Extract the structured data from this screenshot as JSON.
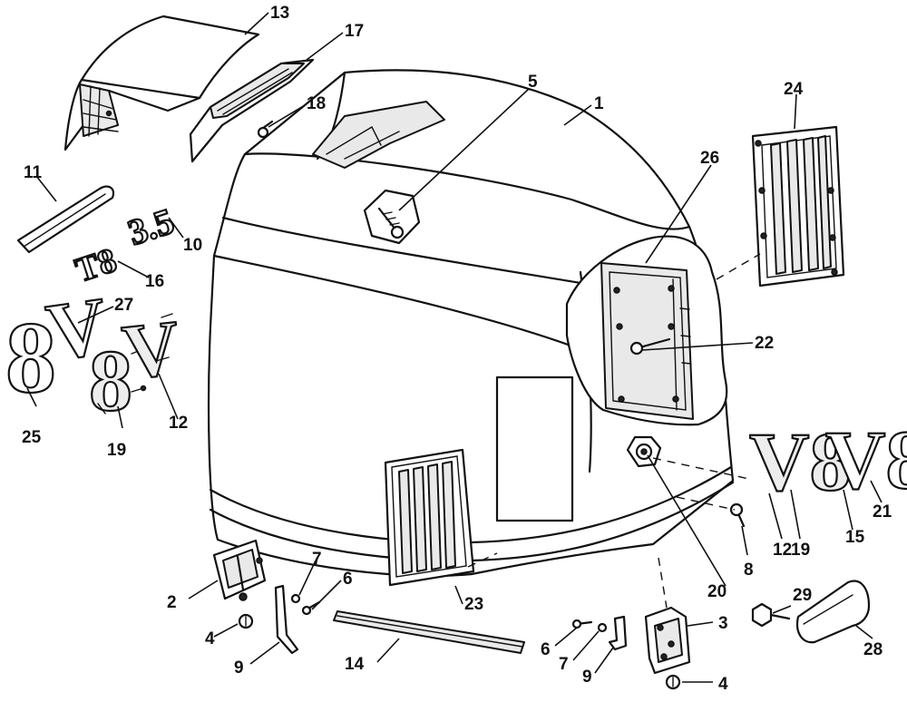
{
  "callouts": [
    {
      "id": "1",
      "text": "1"
    },
    {
      "id": "2",
      "text": "2"
    },
    {
      "id": "3",
      "text": "3"
    },
    {
      "id": "4a",
      "text": "4"
    },
    {
      "id": "4b",
      "text": "4"
    },
    {
      "id": "5",
      "text": "5"
    },
    {
      "id": "6a",
      "text": "6"
    },
    {
      "id": "6b",
      "text": "6"
    },
    {
      "id": "7a",
      "text": "7"
    },
    {
      "id": "7b",
      "text": "7"
    },
    {
      "id": "8",
      "text": "8"
    },
    {
      "id": "9a",
      "text": "9"
    },
    {
      "id": "9b",
      "text": "9"
    },
    {
      "id": "10",
      "text": "10"
    },
    {
      "id": "11",
      "text": "11"
    },
    {
      "id": "12a",
      "text": "12"
    },
    {
      "id": "12b",
      "text": "12"
    },
    {
      "id": "13",
      "text": "13"
    },
    {
      "id": "14",
      "text": "14"
    },
    {
      "id": "15",
      "text": "15"
    },
    {
      "id": "16",
      "text": "16"
    },
    {
      "id": "17",
      "text": "17"
    },
    {
      "id": "18",
      "text": "18"
    },
    {
      "id": "19a",
      "text": "19"
    },
    {
      "id": "19b",
      "text": "19"
    },
    {
      "id": "20",
      "text": "20"
    },
    {
      "id": "21",
      "text": "21"
    },
    {
      "id": "22",
      "text": "22"
    },
    {
      "id": "23",
      "text": "23"
    },
    {
      "id": "24",
      "text": "24"
    },
    {
      "id": "25",
      "text": "25"
    },
    {
      "id": "26",
      "text": "26"
    },
    {
      "id": "27",
      "text": "27"
    },
    {
      "id": "28",
      "text": "28"
    },
    {
      "id": "29",
      "text": "29"
    }
  ],
  "decals": {
    "digit_eight": "8",
    "letter_v": "V",
    "v8_emblem": "V8",
    "model_mark_16": "T8",
    "model_mark_10": "3.5"
  }
}
